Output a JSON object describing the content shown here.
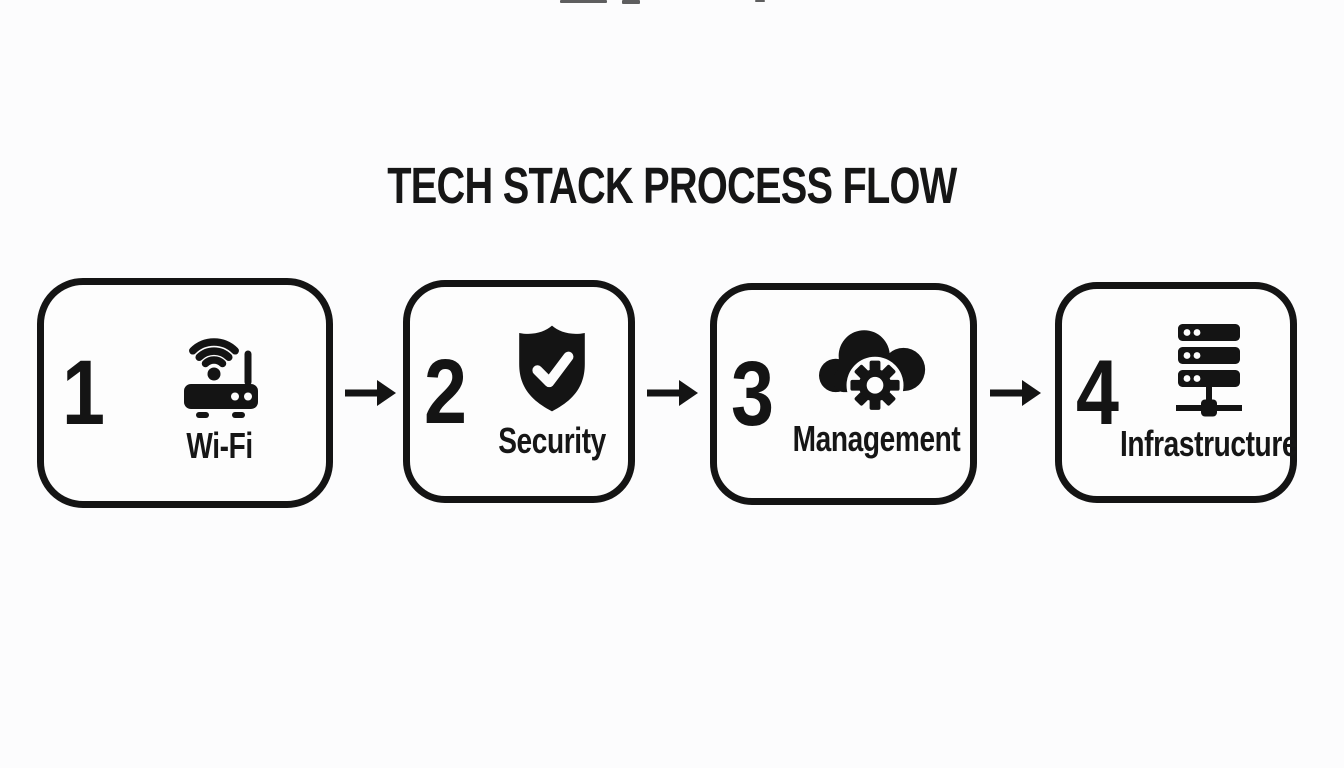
{
  "title": "TECH STACK PROCESS FLOW",
  "flow": {
    "connector_icon": "arrow-right-icon",
    "steps": [
      {
        "number": "1",
        "label": "Wi-Fi",
        "icon": "wifi-router-icon"
      },
      {
        "number": "2",
        "label": "Security",
        "icon": "shield-check-icon"
      },
      {
        "number": "3",
        "label": "Management",
        "icon": "cloud-gear-icon"
      },
      {
        "number": "4",
        "label": "Infrastructure",
        "icon": "server-stack-icon"
      }
    ]
  },
  "colors": {
    "foreground": "#141414",
    "background": "#fcfcfd"
  }
}
